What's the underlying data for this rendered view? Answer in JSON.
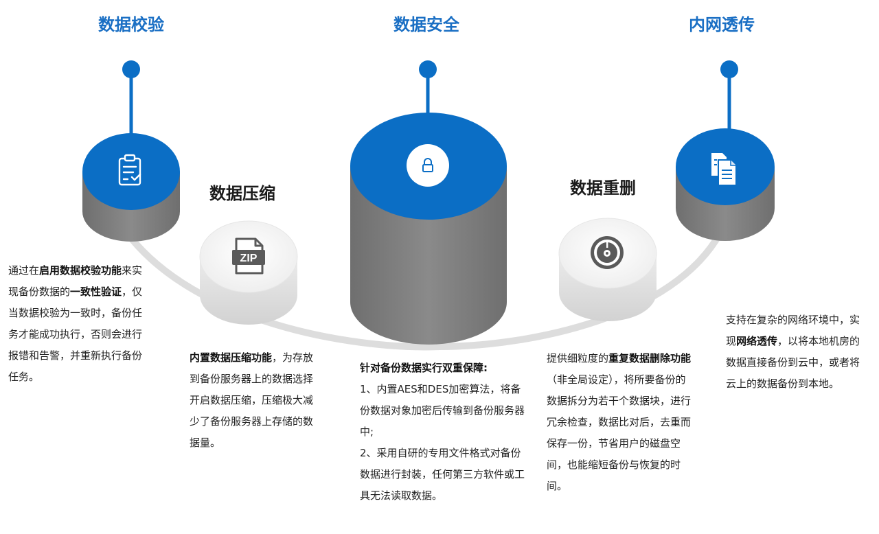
{
  "colors": {
    "primary_blue": "#0b6ec5",
    "title_blue": "#1a6fc4",
    "side_gray": "#777777",
    "arc_gray": "#dcdcdc"
  },
  "features": {
    "verify": {
      "title": "数据校验",
      "icon": "clipboard-check-icon",
      "desc": {
        "p1": "通过在",
        "b1": "启用数据校验功能",
        "p2": "来实现备份数据的",
        "b2": "一致性验证",
        "p3": "，仅当数据校验为一致时，备份任务才能成功执行，否则会进行报错和告警，并重新执行备份任务。"
      }
    },
    "compress": {
      "title": "数据压缩",
      "icon": "zip-file-icon",
      "desc": {
        "b1": "内置数据压缩功能",
        "p1": "，为存放到备份服务器上的数据选择开启数据压缩，压缩极大减少了备份服务器上存储的数据量。"
      }
    },
    "security": {
      "title": "数据安全",
      "icon": "lock-icon",
      "desc": {
        "heading": "针对备份数据实行双重保障:",
        "line1": "1、内置AES和DES加密算法，将备份数据对象加密后传输到备份服务器中;",
        "line2": "2、采用自研的专用文件格式对备份数据进行封装，任何第三方软件或工具无法读取数据。"
      }
    },
    "dedupe": {
      "title": "数据重删",
      "icon": "disc-icon",
      "desc": {
        "p1": "提供细粒度的",
        "b1": "重复数据删除功能",
        "p2": "（非全局设定），将所要备份的数据拆分为若干个数据块，进行冗余检查，数据比对后，去重而保存一份，节省用户的磁盘空间，也能缩短备份与恢复的时间。"
      }
    },
    "tunnel": {
      "title": "内网透传",
      "icon": "documents-icon",
      "desc": {
        "p1": "支持在复杂的网络环境中，实现",
        "b1": "网络透传",
        "p2": "，以将本地机房的数据直接备份到云中，或者将云上的数据备份到本地。"
      }
    }
  }
}
